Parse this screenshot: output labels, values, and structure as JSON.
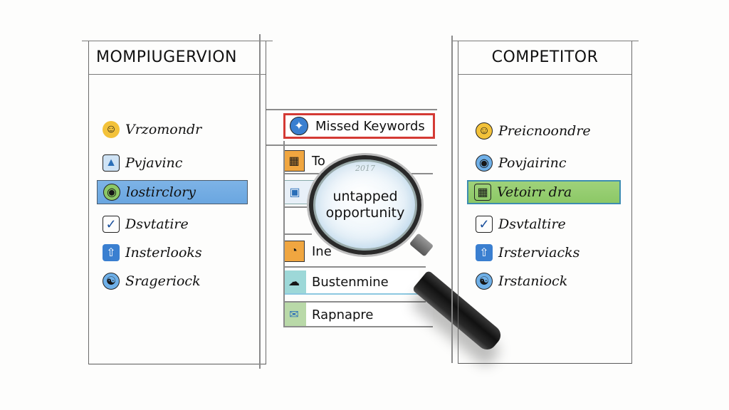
{
  "left_panel": {
    "title": "MOMPIUGERVION",
    "items": [
      {
        "label": "Vrzomondr",
        "icon": "user-search-icon",
        "highlighted": false
      },
      {
        "label": "Pvjavinc",
        "icon": "image-icon",
        "highlighted": false
      },
      {
        "label": "lostirclory",
        "icon": "globe-icon",
        "highlighted": true,
        "highlight_color": "#6aa6e0"
      },
      {
        "label": "Dsvtatire",
        "icon": "checkbox-icon",
        "highlighted": false
      },
      {
        "label": "Insterlooks",
        "icon": "upload-icon",
        "highlighted": false
      },
      {
        "label": "Srageriock",
        "icon": "network-icon",
        "highlighted": false
      }
    ]
  },
  "middle_list": {
    "items": [
      {
        "label": "Missed Keywords",
        "icon": "globe-icon",
        "accent": "#d43a34"
      },
      {
        "label": "To",
        "icon": "chart-icon",
        "accent": "#f0a640"
      },
      {
        "label": "",
        "icon": "device-icon",
        "accent": "#cfdff0"
      },
      {
        "label": "Ine",
        "icon": "pie-icon",
        "accent": "#f0a640"
      },
      {
        "label": "Bustenmine",
        "icon": "cloud-icon",
        "accent": "#9dd8d8"
      },
      {
        "label": "Rapnapre",
        "icon": "envelope-icon",
        "accent": "#b9d9a8"
      }
    ]
  },
  "magnifier": {
    "faint_text": "2017",
    "text_line1": "untapped",
    "text_line2": "opportunity"
  },
  "right_panel": {
    "title": "COMPETITOR",
    "items": [
      {
        "label": "Preicnoondre",
        "icon": "user-search-icon",
        "highlighted": false
      },
      {
        "label": "Povjairinc",
        "icon": "globe-icon",
        "highlighted": false
      },
      {
        "label": "Vetoirr dra",
        "icon": "grid-icon",
        "highlighted": true,
        "highlight_color": "#8cc866"
      },
      {
        "label": "Dsvtaltire",
        "icon": "checkbox-icon",
        "highlighted": false
      },
      {
        "label": "Irsterviacks",
        "icon": "upload-icon",
        "highlighted": false
      },
      {
        "label": "Irstaniock",
        "icon": "network-icon",
        "highlighted": false
      }
    ]
  },
  "colors": {
    "accent_red": "#d43a34",
    "highlight_blue": "#6aa6e0",
    "highlight_green": "#8cc866",
    "accent_orange": "#f0a640",
    "accent_teal": "#9dd8d8"
  }
}
